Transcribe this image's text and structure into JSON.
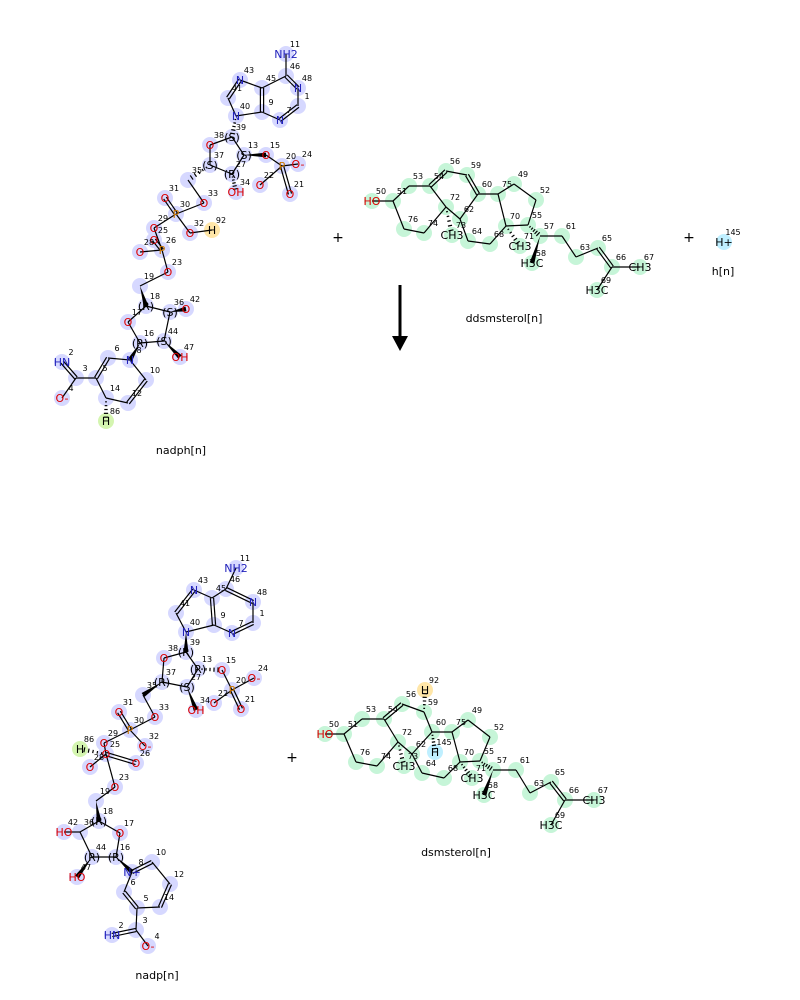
{
  "reaction": {
    "plus_symbol": "+",
    "reactants": [
      "nadph[n]",
      "ddsmsterol[n]",
      "h[n]"
    ],
    "products": [
      "nadp[n]",
      "dsmsterol[n]"
    ]
  },
  "colors": {
    "nadph_highlight": "#d6d8ff",
    "sterol_highlight": "#c6f5d8",
    "hydrogen_92": "#ffe6a8",
    "hydrogen_86": "#d4f5b0",
    "proton_145": "#bfefff",
    "nitrogen": "#2222bb",
    "oxygen": "#dd0000",
    "phosphorus": "#cc7700"
  },
  "molecules": {
    "nadph": {
      "name": "nadph[n]",
      "atoms": [
        {
          "id": "11",
          "el": "NH2",
          "t": "N"
        },
        {
          "id": "46",
          "el": "",
          "t": "C"
        },
        {
          "id": "48",
          "el": "N",
          "t": "N"
        },
        {
          "id": "1",
          "el": "",
          "t": "C"
        },
        {
          "id": "7",
          "el": "N",
          "t": "N"
        },
        {
          "id": "9",
          "el": "",
          "t": "C"
        },
        {
          "id": "45",
          "el": "",
          "t": "C"
        },
        {
          "id": "43",
          "el": "N",
          "t": "N"
        },
        {
          "id": "41",
          "el": "",
          "t": "C"
        },
        {
          "id": "40",
          "el": "N",
          "t": "N"
        },
        {
          "id": "39",
          "el": "(S)",
          "t": "C"
        },
        {
          "id": "38",
          "el": "O",
          "t": "O"
        },
        {
          "id": "13",
          "el": "(S)",
          "t": "C"
        },
        {
          "id": "15",
          "el": "O",
          "t": "O"
        },
        {
          "id": "20",
          "el": "P",
          "t": "P"
        },
        {
          "id": "24",
          "el": "O-",
          "t": "O"
        },
        {
          "id": "22",
          "el": "O",
          "t": "O"
        },
        {
          "id": "21",
          "el": "O",
          "t": "O"
        },
        {
          "id": "27",
          "el": "(R)",
          "t": "C"
        },
        {
          "id": "34",
          "el": "OH",
          "t": "O"
        },
        {
          "id": "37",
          "el": "(S)",
          "t": "C"
        },
        {
          "id": "35",
          "el": "",
          "t": "C"
        },
        {
          "id": "33",
          "el": "O",
          "t": "O"
        },
        {
          "id": "31",
          "el": "O",
          "t": "O"
        },
        {
          "id": "30",
          "el": "P",
          "t": "P"
        },
        {
          "id": "29",
          "el": "O",
          "t": "O"
        },
        {
          "id": "32",
          "el": "O",
          "t": "O"
        },
        {
          "id": "92",
          "el": "H",
          "t": "H92"
        },
        {
          "id": "25",
          "el": "O",
          "t": "O"
        },
        {
          "id": "26",
          "el": "P",
          "t": "P"
        },
        {
          "id": "28",
          "el": "O",
          "t": "O"
        },
        {
          "id": "23",
          "el": "O",
          "t": "O"
        },
        {
          "id": "19",
          "el": "",
          "t": "C"
        },
        {
          "id": "18",
          "el": "(R)",
          "t": "C"
        },
        {
          "id": "17",
          "el": "O",
          "t": "O"
        },
        {
          "id": "36",
          "el": "(S)",
          "t": "C"
        },
        {
          "id": "42",
          "el": "O",
          "t": "O"
        },
        {
          "id": "44",
          "el": "(S)",
          "t": "C"
        },
        {
          "id": "47",
          "el": "OH",
          "t": "O"
        },
        {
          "id": "16",
          "el": "(R)",
          "t": "C"
        },
        {
          "id": "8",
          "el": "N",
          "t": "N"
        },
        {
          "id": "6",
          "el": "",
          "t": "C"
        },
        {
          "id": "5",
          "el": "",
          "t": "C"
        },
        {
          "id": "3",
          "el": "",
          "t": "C"
        },
        {
          "id": "2",
          "el": "HN",
          "t": "N"
        },
        {
          "id": "4",
          "el": "O-",
          "t": "O"
        },
        {
          "id": "14",
          "el": "",
          "t": "C"
        },
        {
          "id": "86",
          "el": "H",
          "t": "H86"
        },
        {
          "id": "12",
          "el": "",
          "t": "C"
        },
        {
          "id": "10",
          "el": "",
          "t": "C"
        }
      ]
    },
    "ddsmsterol": {
      "name": "ddsmsterol[n]",
      "atoms": [
        {
          "id": "50",
          "el": "HO",
          "t": "O"
        },
        {
          "id": "51",
          "el": "",
          "t": "C"
        },
        {
          "id": "53",
          "el": "",
          "t": "C"
        },
        {
          "id": "54",
          "el": "",
          "t": "C"
        },
        {
          "id": "56",
          "el": "",
          "t": "C"
        },
        {
          "id": "59",
          "el": "",
          "t": "C"
        },
        {
          "id": "60",
          "el": "",
          "t": "C"
        },
        {
          "id": "75",
          "el": "",
          "t": "C"
        },
        {
          "id": "49",
          "el": "",
          "t": "C"
        },
        {
          "id": "52",
          "el": "",
          "t": "C"
        },
        {
          "id": "55",
          "el": "",
          "t": "C"
        },
        {
          "id": "57",
          "el": "",
          "t": "C"
        },
        {
          "id": "61",
          "el": "",
          "t": "C"
        },
        {
          "id": "63",
          "el": "",
          "t": "C"
        },
        {
          "id": "65",
          "el": "",
          "t": "C"
        },
        {
          "id": "66",
          "el": "",
          "t": "C"
        },
        {
          "id": "67",
          "el": "CH3",
          "t": "C"
        },
        {
          "id": "69",
          "el": "H3C",
          "t": "C"
        },
        {
          "id": "58",
          "el": "H3C",
          "t": "C"
        },
        {
          "id": "71",
          "el": "CH3",
          "t": "C"
        },
        {
          "id": "70",
          "el": "",
          "t": "C"
        },
        {
          "id": "68",
          "el": "",
          "t": "C"
        },
        {
          "id": "64",
          "el": "",
          "t": "C"
        },
        {
          "id": "62",
          "el": "",
          "t": "C"
        },
        {
          "id": "72",
          "el": "",
          "t": "C"
        },
        {
          "id": "73",
          "el": "CH3",
          "t": "C"
        },
        {
          "id": "74",
          "el": "",
          "t": "C"
        },
        {
          "id": "76",
          "el": "",
          "t": "C"
        }
      ]
    },
    "proton": {
      "name": "h[n]",
      "atoms": [
        {
          "id": "145",
          "el": "H+",
          "t": "H145"
        }
      ]
    },
    "nadp": {
      "name": "nadp[n]",
      "atoms": [
        {
          "id": "11",
          "el": "NH2",
          "t": "N"
        },
        {
          "id": "46",
          "el": "",
          "t": "C"
        },
        {
          "id": "48",
          "el": "N",
          "t": "N"
        },
        {
          "id": "1",
          "el": "",
          "t": "C"
        },
        {
          "id": "7",
          "el": "N",
          "t": "N"
        },
        {
          "id": "9",
          "el": "",
          "t": "C"
        },
        {
          "id": "45",
          "el": "",
          "t": "C"
        },
        {
          "id": "43",
          "el": "N",
          "t": "N"
        },
        {
          "id": "41",
          "el": "",
          "t": "C"
        },
        {
          "id": "40",
          "el": "N",
          "t": "N"
        },
        {
          "id": "39",
          "el": "(R)",
          "t": "C"
        },
        {
          "id": "38",
          "el": "O",
          "t": "O"
        },
        {
          "id": "13",
          "el": "(R)",
          "t": "C"
        },
        {
          "id": "15",
          "el": "O",
          "t": "O"
        },
        {
          "id": "20",
          "el": "P",
          "t": "P"
        },
        {
          "id": "24",
          "el": "O-",
          "t": "O"
        },
        {
          "id": "22",
          "el": "O",
          "t": "O"
        },
        {
          "id": "21",
          "el": "O",
          "t": "O"
        },
        {
          "id": "27",
          "el": "(S)",
          "t": "C"
        },
        {
          "id": "34",
          "el": "OH",
          "t": "O"
        },
        {
          "id": "37",
          "el": "(R)",
          "t": "C"
        },
        {
          "id": "35",
          "el": "",
          "t": "C"
        },
        {
          "id": "33",
          "el": "O",
          "t": "O"
        },
        {
          "id": "31",
          "el": "O",
          "t": "O"
        },
        {
          "id": "30",
          "el": "P",
          "t": "P"
        },
        {
          "id": "29",
          "el": "O",
          "t": "O"
        },
        {
          "id": "32",
          "el": "O-",
          "t": "O"
        },
        {
          "id": "86",
          "el": "H",
          "t": "H86"
        },
        {
          "id": "25",
          "el": "O",
          "t": "O"
        },
        {
          "id": "26",
          "el": "O",
          "t": "O"
        },
        {
          "id": "28",
          "el": "O",
          "t": "O"
        },
        {
          "id": "23",
          "el": "O",
          "t": "O"
        },
        {
          "id": "19",
          "el": "",
          "t": "C"
        },
        {
          "id": "18",
          "el": "(R)",
          "t": "C"
        },
        {
          "id": "17",
          "el": "O",
          "t": "O"
        },
        {
          "id": "36",
          "el": "",
          "t": "C"
        },
        {
          "id": "42",
          "el": "HO",
          "t": "O"
        },
        {
          "id": "44",
          "el": "(R)",
          "t": "C"
        },
        {
          "id": "47",
          "el": "HO",
          "t": "O"
        },
        {
          "id": "16",
          "el": "(R)",
          "t": "C"
        },
        {
          "id": "8",
          "el": "N+",
          "t": "N"
        },
        {
          "id": "10",
          "el": "",
          "t": "C"
        },
        {
          "id": "12",
          "el": "",
          "t": "C"
        },
        {
          "id": "14",
          "el": "",
          "t": "C"
        },
        {
          "id": "5",
          "el": "",
          "t": "C"
        },
        {
          "id": "6",
          "el": "",
          "t": "C"
        },
        {
          "id": "3",
          "el": "",
          "t": "C"
        },
        {
          "id": "2",
          "el": "HN",
          "t": "N"
        },
        {
          "id": "4",
          "el": "O-",
          "t": "O"
        }
      ]
    },
    "dsmsterol": {
      "name": "dsmsterol[n]",
      "atoms": [
        {
          "id": "92",
          "el": "H",
          "t": "H92"
        },
        {
          "id": "50",
          "el": "HO",
          "t": "O"
        },
        {
          "id": "51",
          "el": "",
          "t": "C"
        },
        {
          "id": "53",
          "el": "",
          "t": "C"
        },
        {
          "id": "54",
          "el": "",
          "t": "C"
        },
        {
          "id": "56",
          "el": "",
          "t": "C"
        },
        {
          "id": "59",
          "el": "",
          "t": "C"
        },
        {
          "id": "60",
          "el": "",
          "t": "C"
        },
        {
          "id": "145",
          "el": "H",
          "t": "H145"
        },
        {
          "id": "75",
          "el": "",
          "t": "C"
        },
        {
          "id": "49",
          "el": "",
          "t": "C"
        },
        {
          "id": "52",
          "el": "",
          "t": "C"
        },
        {
          "id": "55",
          "el": "",
          "t": "C"
        },
        {
          "id": "57",
          "el": "",
          "t": "C"
        },
        {
          "id": "61",
          "el": "",
          "t": "C"
        },
        {
          "id": "63",
          "el": "",
          "t": "C"
        },
        {
          "id": "65",
          "el": "",
          "t": "C"
        },
        {
          "id": "66",
          "el": "",
          "t": "C"
        },
        {
          "id": "67",
          "el": "CH3",
          "t": "C"
        },
        {
          "id": "69",
          "el": "H3C",
          "t": "C"
        },
        {
          "id": "58",
          "el": "H3C",
          "t": "C"
        },
        {
          "id": "71",
          "el": "CH3",
          "t": "C"
        },
        {
          "id": "70",
          "el": "",
          "t": "C"
        },
        {
          "id": "68",
          "el": "",
          "t": "C"
        },
        {
          "id": "64",
          "el": "",
          "t": "C"
        },
        {
          "id": "62",
          "el": "",
          "t": "C"
        },
        {
          "id": "72",
          "el": "",
          "t": "C"
        },
        {
          "id": "73",
          "el": "CH3",
          "t": "C"
        },
        {
          "id": "74",
          "el": "",
          "t": "C"
        },
        {
          "id": "76",
          "el": "",
          "t": "C"
        }
      ]
    }
  }
}
